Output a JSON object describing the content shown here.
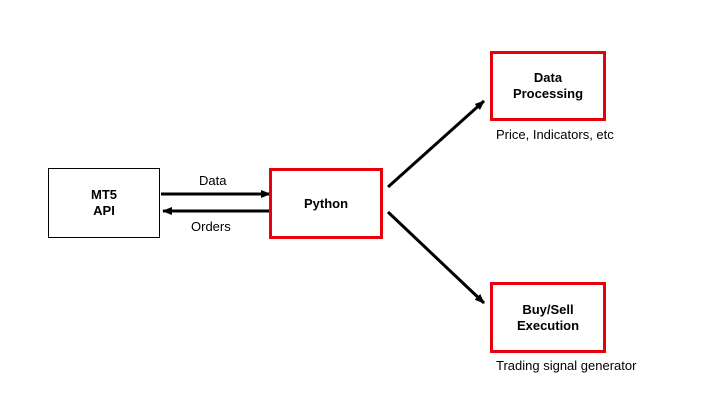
{
  "nodes": {
    "mt5": {
      "line1": "MT5",
      "line2": "API",
      "border_color": "#000000"
    },
    "python": {
      "label": "Python",
      "border_color": "#e8000b"
    },
    "data_processing": {
      "line1": "Data",
      "line2": "Processing",
      "caption": "Price, Indicators, etc",
      "border_color": "#e8000b"
    },
    "execution": {
      "line1": "Buy/Sell",
      "line2": "Execution",
      "caption": "Trading signal generator",
      "border_color": "#e8000b"
    }
  },
  "edges": {
    "data_label": "Data",
    "orders_label": "Orders"
  }
}
